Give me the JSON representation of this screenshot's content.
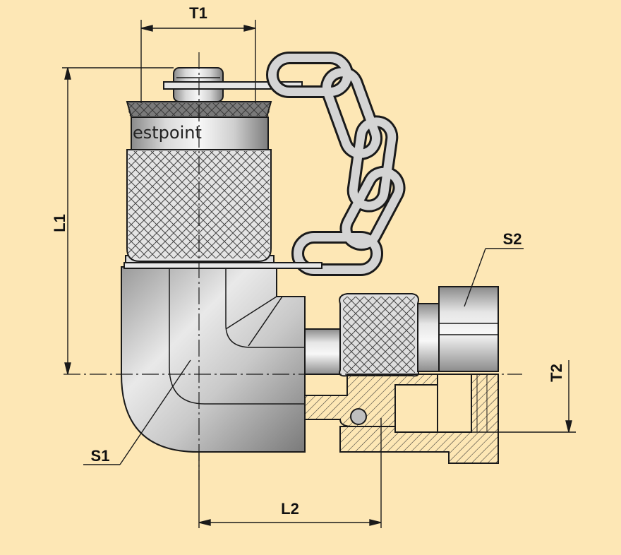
{
  "colors": {
    "background": "#fde7b5",
    "metal_light": "#f2f2f2",
    "metal_dark": "#7c7c7c",
    "outline": "#1a1a1a",
    "hatch_fill": "#f5d9a0"
  },
  "brand": {
    "text": "estpoint"
  },
  "dimensions": {
    "t1": "T1",
    "t2": "T2",
    "l1": "L1",
    "l2": "L2",
    "s1": "S1",
    "s2": "S2"
  }
}
